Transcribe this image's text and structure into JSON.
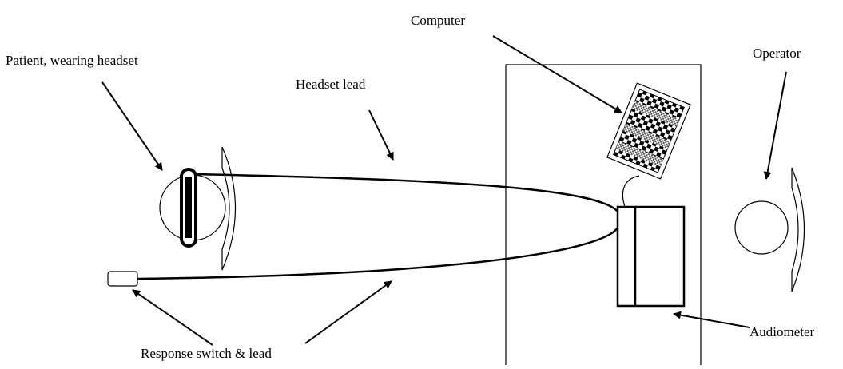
{
  "labels": {
    "patient": "Patient, wearing headset",
    "headset_lead": "Headset lead",
    "computer": "Computer",
    "operator": "Operator",
    "response_switch": "Response switch & lead",
    "audiometer": "Audiometer"
  },
  "colors": {
    "line": "#000000",
    "background": "#ffffff",
    "screen_pattern": "#000000"
  }
}
